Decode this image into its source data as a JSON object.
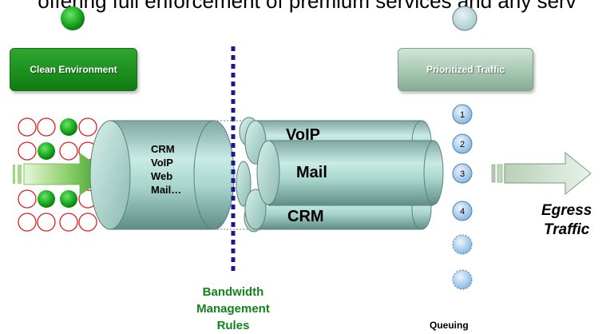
{
  "header_text": "offering full enforcement of premium services and any serv",
  "clean_environment": "Clean Environment",
  "prioritized_traffic": "Prioritized Traffic",
  "cylinder_list": [
    "CRM",
    "VoIP",
    "Web",
    "Mail…"
  ],
  "tube_labels": {
    "top": "VoIP",
    "middle": "Mail",
    "bottom": "CRM"
  },
  "queue_numbers": [
    "1",
    "2",
    "3",
    "4"
  ],
  "egress": {
    "line1": "Egress",
    "line2": "Traffic"
  },
  "bandwidth_rules": {
    "line1": "Bandwidth",
    "line2": "Management",
    "line3": "Rules"
  },
  "queuing_label": "Queuing",
  "colors": {
    "green": "#14a01c",
    "teal": "#a9d9d0",
    "queue_blue": "#a9cdea",
    "dotted_line": "#1a1a8c",
    "red_circle": "#e01d1d"
  }
}
